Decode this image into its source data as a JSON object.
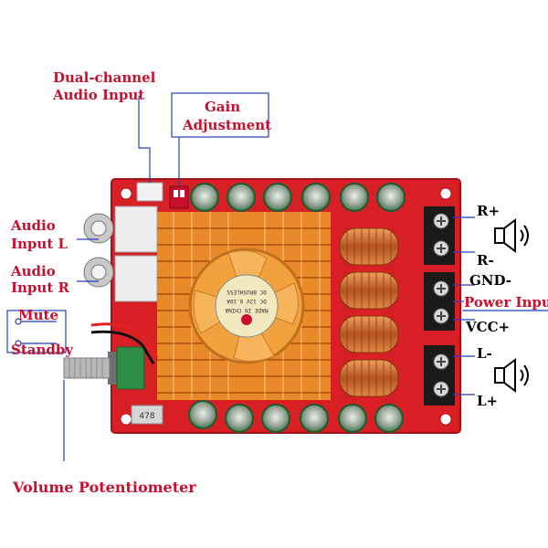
{
  "labels": {
    "dual_channel": [
      "Dual-channel",
      "Audio Input"
    ],
    "gain": [
      "Gain",
      "Adjustment"
    ],
    "audio_input_l": [
      "Audio",
      "Input L"
    ],
    "audio_input_r": [
      "Audio",
      "Input R"
    ],
    "mute": "Mute",
    "standby": "Standby",
    "volume": "Volume Potentiometer",
    "r_plus": "R+",
    "r_minus": "R-",
    "gnd": "GND-",
    "power_input": "Power Input",
    "vcc": "VCC+",
    "l_minus": "L-",
    "l_plus": "L+"
  },
  "fan_label": [
    "DC BRUSHLESS",
    "DC 12V 0.10A",
    "MADE IN CHINA"
  ],
  "chip_label": "478",
  "colors": {
    "label_red": "#c8102e",
    "label_black": "#000000",
    "leader_line": "#1f3fbf",
    "pcb": "#d81f26",
    "heatsink": "#e8892a",
    "fan": "#f2a23c",
    "capacitor": "#2b6f3c",
    "inductor": "#c66a2c",
    "terminal": "#1a1a1a",
    "speaker_icon": "#000000"
  },
  "icons": [
    "speaker-icon",
    "speaker-icon"
  ]
}
